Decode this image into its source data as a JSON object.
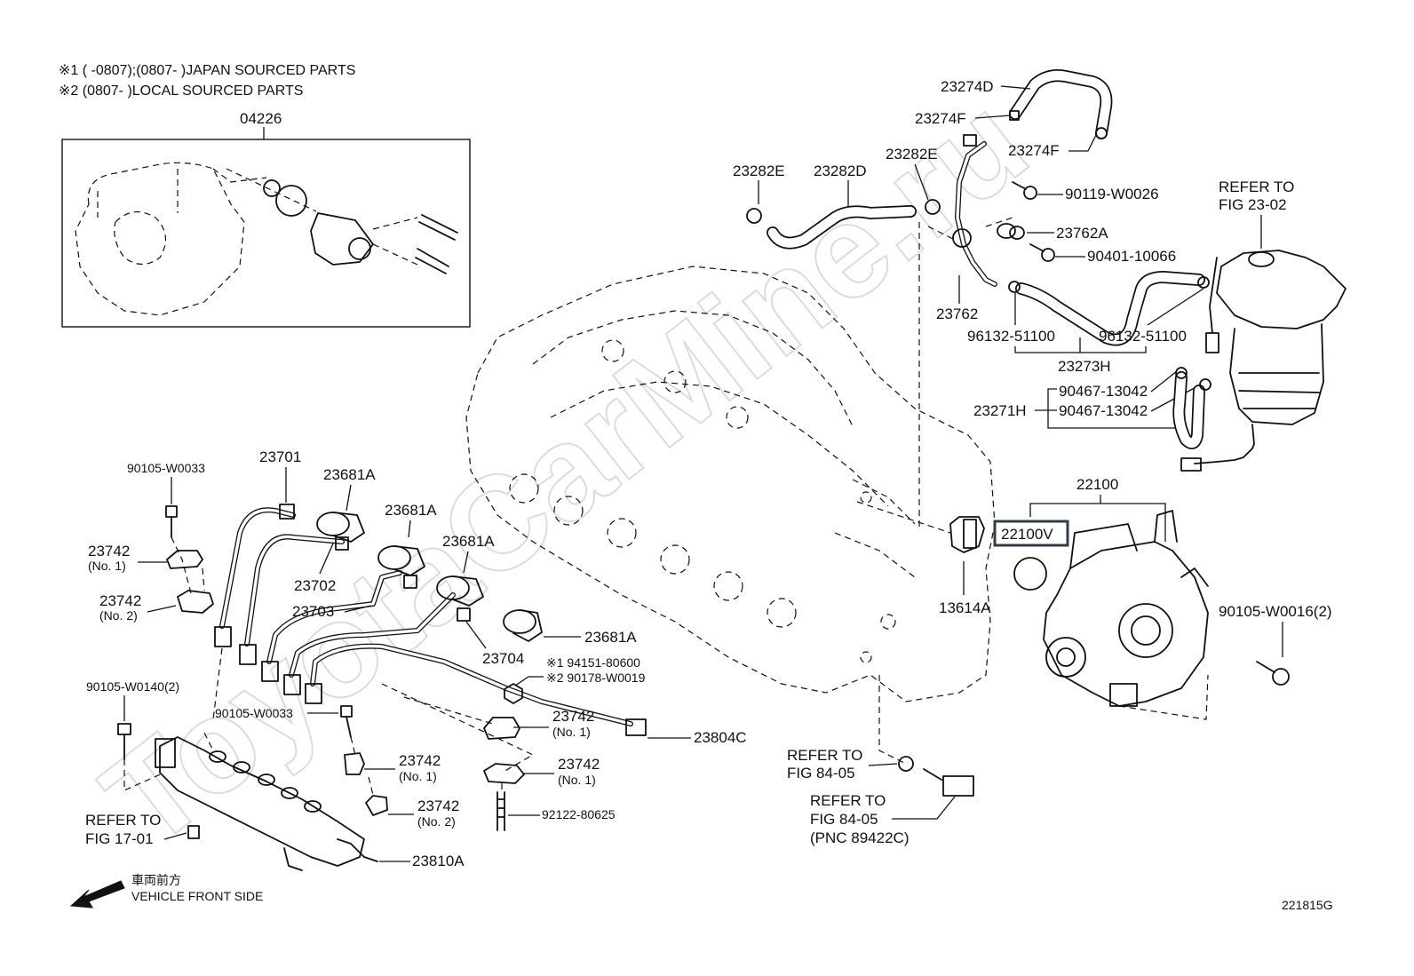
{
  "notes": {
    "note1": "※1 (      -0807);(0807-      )JAPAN SOURCED PARTS",
    "note2": "※2 (0807-      )LOCAL SOURCED PARTS"
  },
  "watermark": "ToyotaCarMine.ru",
  "labels": {
    "p04226": "04226",
    "p23274D": "23274D",
    "p23274F_a": "23274F",
    "p23274F_b": "23274F",
    "p23282E_a": "23282E",
    "p23282D": "23282D",
    "p23282E_b": "23282E",
    "p90119": "90119-W0026",
    "p23762A": "23762A",
    "p90401": "90401-10066",
    "p23762": "23762",
    "p96132_a": "96132-51100",
    "p96132_b": "96132-51100",
    "p23273H": "23273H",
    "p90467_a": "90467-13042",
    "p90467_b": "90467-13042",
    "p23271H": "23271H",
    "refer2302_a": "REFER TO",
    "refer2302_b": "FIG 23-02",
    "p22100": "22100",
    "p22100V": "22100V",
    "p13614A": "13614A",
    "p90105W0016": "90105-W0016(2)",
    "p90105W0033_a": "90105-W0033",
    "p23701": "23701",
    "p23681A_a": "23681A",
    "p23681A_b": "23681A",
    "p23681A_c": "23681A",
    "p23681A_d": "23681A",
    "p23742_1": "23742",
    "p23742_1n": "(No. 1)",
    "p23742_2": "23742",
    "p23742_2n": "(No. 2)",
    "p23702": "23702",
    "p23703": "23703",
    "p23704": "23704",
    "p94151": "※1 94151-80600",
    "p90178": "※2 90178-W0019",
    "p90105W0140": "90105-W0140(2)",
    "p90105W0033_b": "90105-W0033",
    "p23742_3": "23742",
    "p23742_3n": "(No. 1)",
    "p23804C": "23804C",
    "p23742_4": "23742",
    "p23742_4n": "(No. 1)",
    "p23742_5": "23742",
    "p23742_5n": "(No. 1)",
    "p23742_6": "23742",
    "p23742_6n": "(No. 2)",
    "p92122": "92122-80625",
    "p23810A": "23810A",
    "refer1701_a": "REFER TO",
    "refer1701_b": "FIG 17-01",
    "refer8405a_a": "REFER TO",
    "refer8405a_b": "FIG 84-05",
    "refer8405b_a": "REFER TO",
    "refer8405b_b": "FIG 84-05",
    "refer8405b_c": "(PNC 89422C)",
    "front_jp": "車両前方",
    "front_en": "VEHICLE FRONT SIDE",
    "code": "221815G"
  },
  "colors": {
    "line": "#111111",
    "highlight": "#2f3e4a",
    "watermark": "#dcdcdc"
  }
}
